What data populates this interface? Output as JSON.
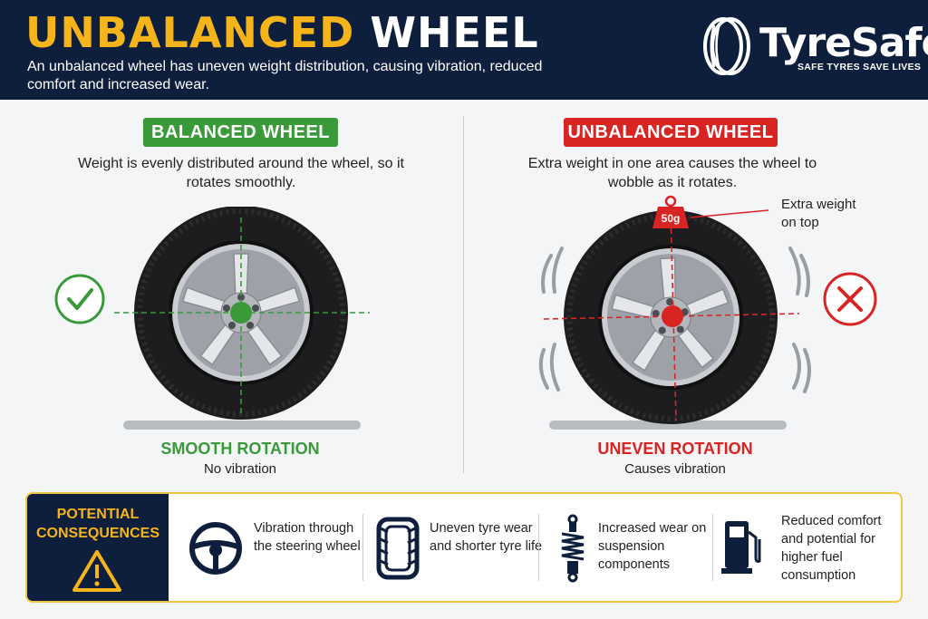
{
  "header": {
    "title_part1": "UNBALANCED",
    "title_part2": "WHEEL",
    "subtitle": "An unbalanced wheel has uneven weight distribution, causing vibration, reduced comfort and increased wear."
  },
  "brand": {
    "name": "TyreSafe",
    "registered": "®",
    "tagline": "SAFE TYRES SAVE LIVES"
  },
  "balanced": {
    "badge": "BALANCED WHEEL",
    "description": "Weight is evenly distributed around the wheel, so it rotates smoothly.",
    "result_title": "SMOOTH ROTATION",
    "result_sub": "No vibration",
    "status_icon": "check-icon"
  },
  "unbalanced": {
    "badge": "UNBALANCED WHEEL",
    "description": "Extra weight in one area causes the wheel to wobble as it rotates.",
    "weight_label": "50g",
    "extra_weight_label": "Extra weight on top",
    "result_title": "UNEVEN ROTATION",
    "result_sub": "Causes vibration",
    "status_icon": "cross-icon"
  },
  "consequences": {
    "title": "POTENTIAL CONSEQUENCES",
    "items": [
      {
        "icon": "steering-wheel-icon",
        "text": "Vibration through the steering wheel"
      },
      {
        "icon": "tyre-tread-icon",
        "text": "Uneven tyre wear and shorter tyre life"
      },
      {
        "icon": "shock-absorber-icon",
        "text": "Increased wear on suspension components"
      },
      {
        "icon": "fuel-pump-icon",
        "text": "Reduced comfort and potential for higher fuel consumption"
      }
    ]
  },
  "colors": {
    "navy": "#0e1f3d",
    "gold": "#f5b41a",
    "green": "#3a9a3a",
    "red": "#d82423"
  }
}
